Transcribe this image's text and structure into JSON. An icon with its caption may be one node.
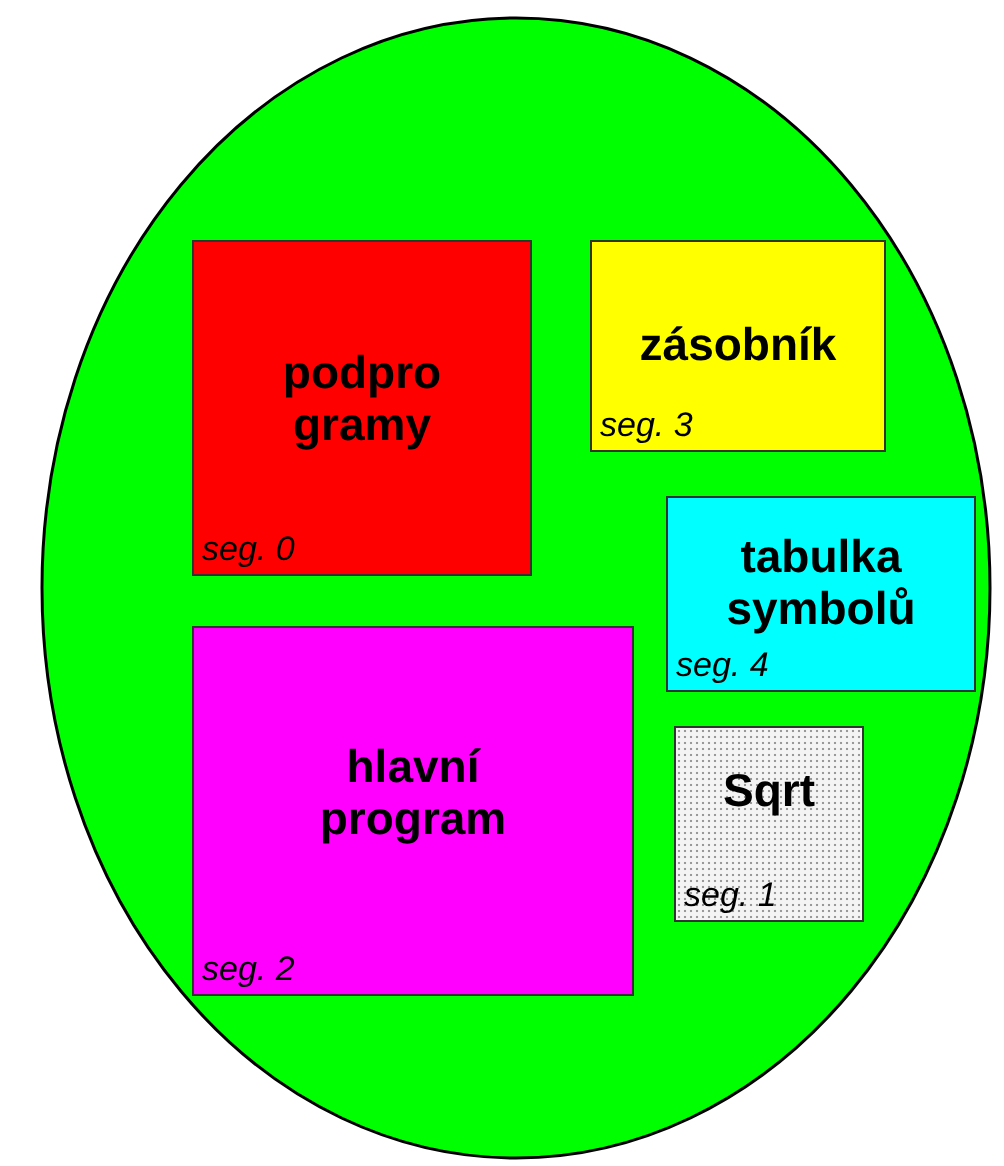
{
  "diagram": {
    "nodes": [
      {
        "text": [],
        "shape": "ellipse"
      },
      {
        "text": [
          "podpro gramy",
          "seg. 0"
        ],
        "in": 0
      },
      {
        "text": [
          "zásobník",
          "seg. 3"
        ],
        "in": 0
      },
      {
        "text": [
          "tabulka symbolů",
          "seg. 4"
        ],
        "in": 0
      },
      {
        "text": [
          "hlavní program",
          "seg. 2"
        ],
        "in": 0
      },
      {
        "text": [
          "Sqrt",
          "seg. 1"
        ],
        "in": 0
      }
    ],
    "edges": []
  }
}
